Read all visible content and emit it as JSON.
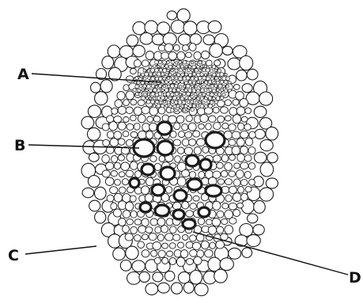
{
  "diagram": {
    "labels": [
      {
        "id": "A",
        "text": "A"
      },
      {
        "id": "B",
        "text": "B"
      },
      {
        "id": "C",
        "text": "C"
      },
      {
        "id": "D",
        "text": "D"
      }
    ]
  },
  "colors": {
    "background": "#ffffff",
    "cell_wall": "#1a1a1a",
    "cell_fill": "#fdfdfd",
    "label": "#111111"
  }
}
